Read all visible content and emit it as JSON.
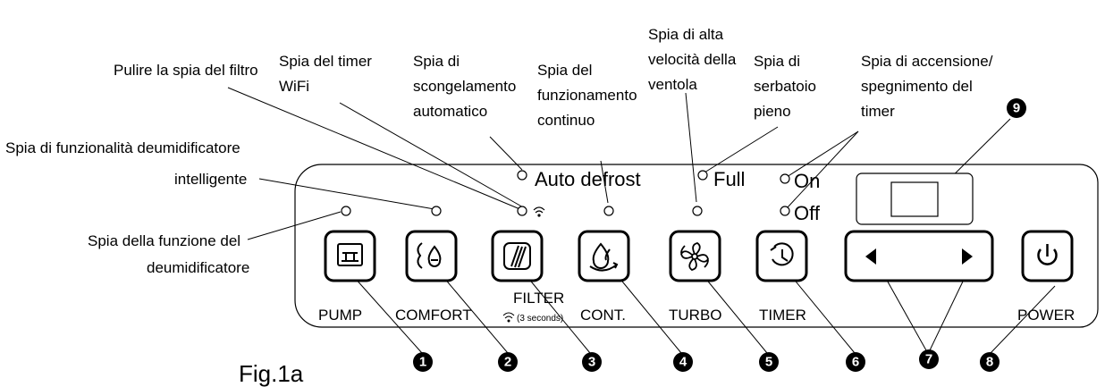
{
  "callouts": {
    "pulire_filtro": "Pulire la spia del filtro",
    "timer_wifi_1": "Spia del timer",
    "timer_wifi_2": "WiFi",
    "scongelamento_1": "Spia di",
    "scongelamento_2": "scongelamento",
    "scongelamento_3": "automatico",
    "continuo_1": "Spia del",
    "continuo_2": "funzionamento",
    "continuo_3": "continuo",
    "alta_vel_1": "Spia di alta",
    "alta_vel_2": "velocità della",
    "alta_vel_3": "ventola",
    "serbatoio_1": "Spia di",
    "serbatoio_2": "serbatoio",
    "serbatoio_3": "pieno",
    "accensione_1": "Spia di accensione/",
    "accensione_2": "spegnimento del",
    "accensione_3": "timer",
    "intelligente_1": "Spia di funzionalità deumidificatore",
    "intelligente_2": "intelligente",
    "deumid_1": "Spia della funzione del",
    "deumid_2": "deumidificatore"
  },
  "panel": {
    "auto_defrost": "Auto defrost",
    "full": "Full",
    "on": "On",
    "off": "Off",
    "pump": "PUMP",
    "comfort": "COMFORT",
    "filter": "FILTER",
    "filter_note": "(3 seconds)",
    "cont": "CONT.",
    "turbo": "TURBO",
    "timer": "TIMER",
    "power": "POWER"
  },
  "numbers": [
    "1",
    "2",
    "3",
    "4",
    "5",
    "6",
    "7",
    "8",
    "9"
  ],
  "figure_label": "Fig.1a",
  "icons": [
    "pump-icon",
    "comfort-icon",
    "filter-icon",
    "continuous-icon",
    "turbo-fan-icon",
    "timer-icon",
    "left-arrow-icon",
    "right-arrow-icon",
    "power-icon",
    "wifi-icon"
  ]
}
